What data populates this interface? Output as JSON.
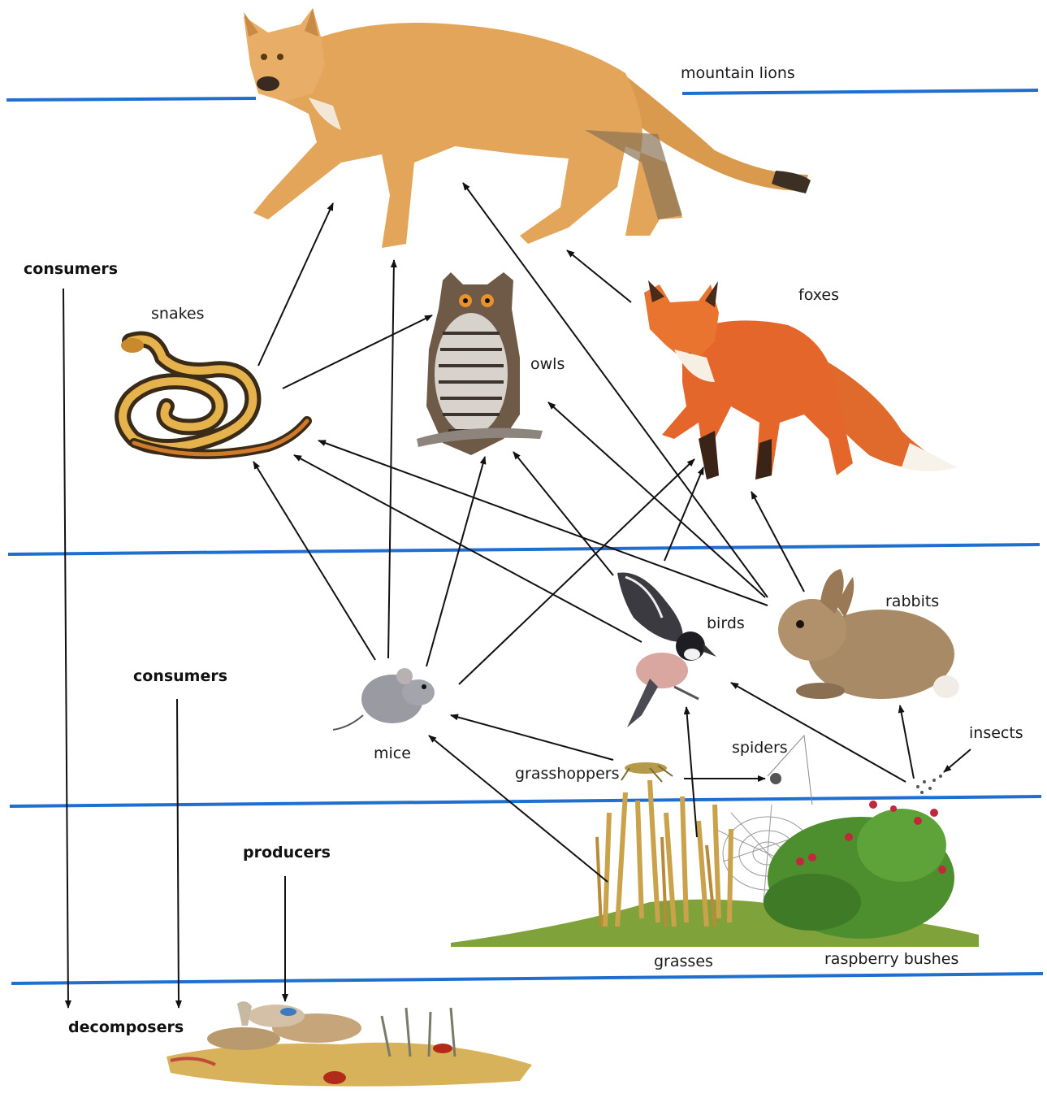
{
  "labels": {
    "mountain_lions": "mountain lions",
    "foxes": "foxes",
    "snakes": "snakes",
    "owls": "owls",
    "rabbits": "rabbits",
    "birds": "birds",
    "mice": "mice",
    "insects": "insects",
    "spiders": "spiders",
    "grasshoppers": "grasshoppers",
    "grasses": "grasses",
    "raspberry_bushes": "raspberry bushes",
    "consumers_upper": "consumers",
    "consumers_lower": "consumers",
    "producers": "producers",
    "decomposers": "decomposers"
  },
  "colors": {
    "level_line": "#1f6fd1",
    "arrow": "#111111",
    "lion": "#e2a559",
    "fox": "#e4662a",
    "owl": "#6f5a47",
    "rabbit": "#a98a66",
    "mouse": "#9a9aa3",
    "snake": "#c98a2c",
    "grass": "#c9a24a",
    "bush": "#4d8f2f",
    "berry": "#c3273b"
  }
}
